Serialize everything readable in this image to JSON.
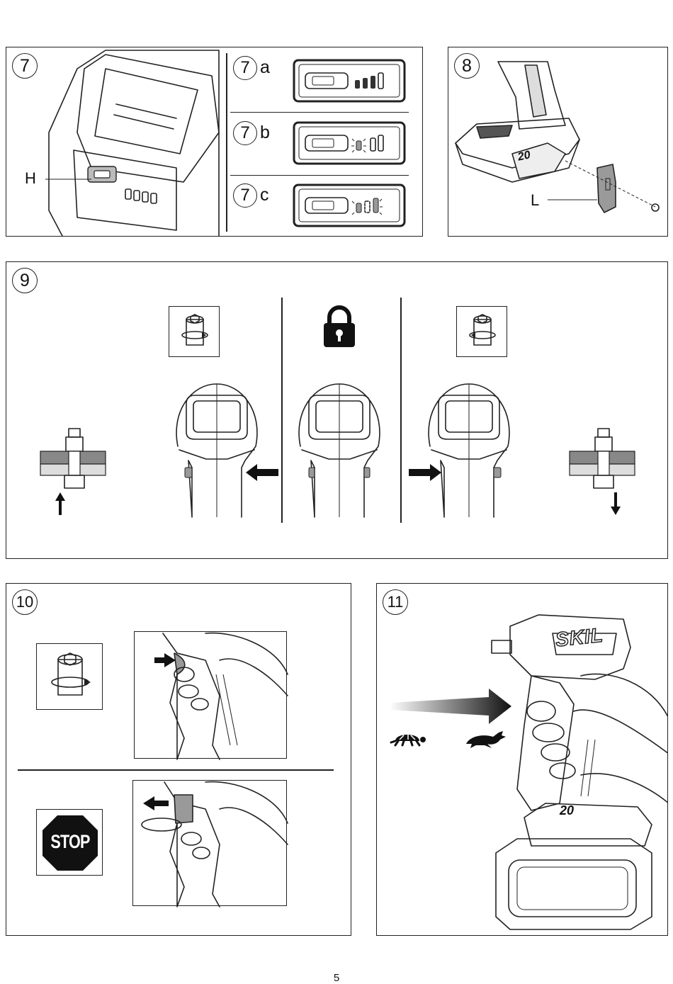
{
  "figures": {
    "fig7": {
      "number": "7",
      "callout_h": "H",
      "sub": [
        {
          "number": "7",
          "suffix": "a"
        },
        {
          "number": "7",
          "suffix": "b"
        },
        {
          "number": "7",
          "suffix": "c"
        }
      ]
    },
    "fig8": {
      "number": "8",
      "callout_l": "L",
      "badge_text": "20"
    },
    "fig9": {
      "number": "9"
    },
    "fig10": {
      "number": "10",
      "stop_text": "STOP"
    },
    "fig11": {
      "number": "11",
      "brand_text": "SKIL",
      "badge_text": "20"
    }
  },
  "icons": {
    "lock": "padlock-icon",
    "socket_cw": "socket-rotate-clockwise-icon",
    "socket_ccw": "socket-rotate-counterclockwise-icon",
    "slow": "turtle-icon",
    "fast": "rabbit-icon"
  },
  "page_number": "5"
}
